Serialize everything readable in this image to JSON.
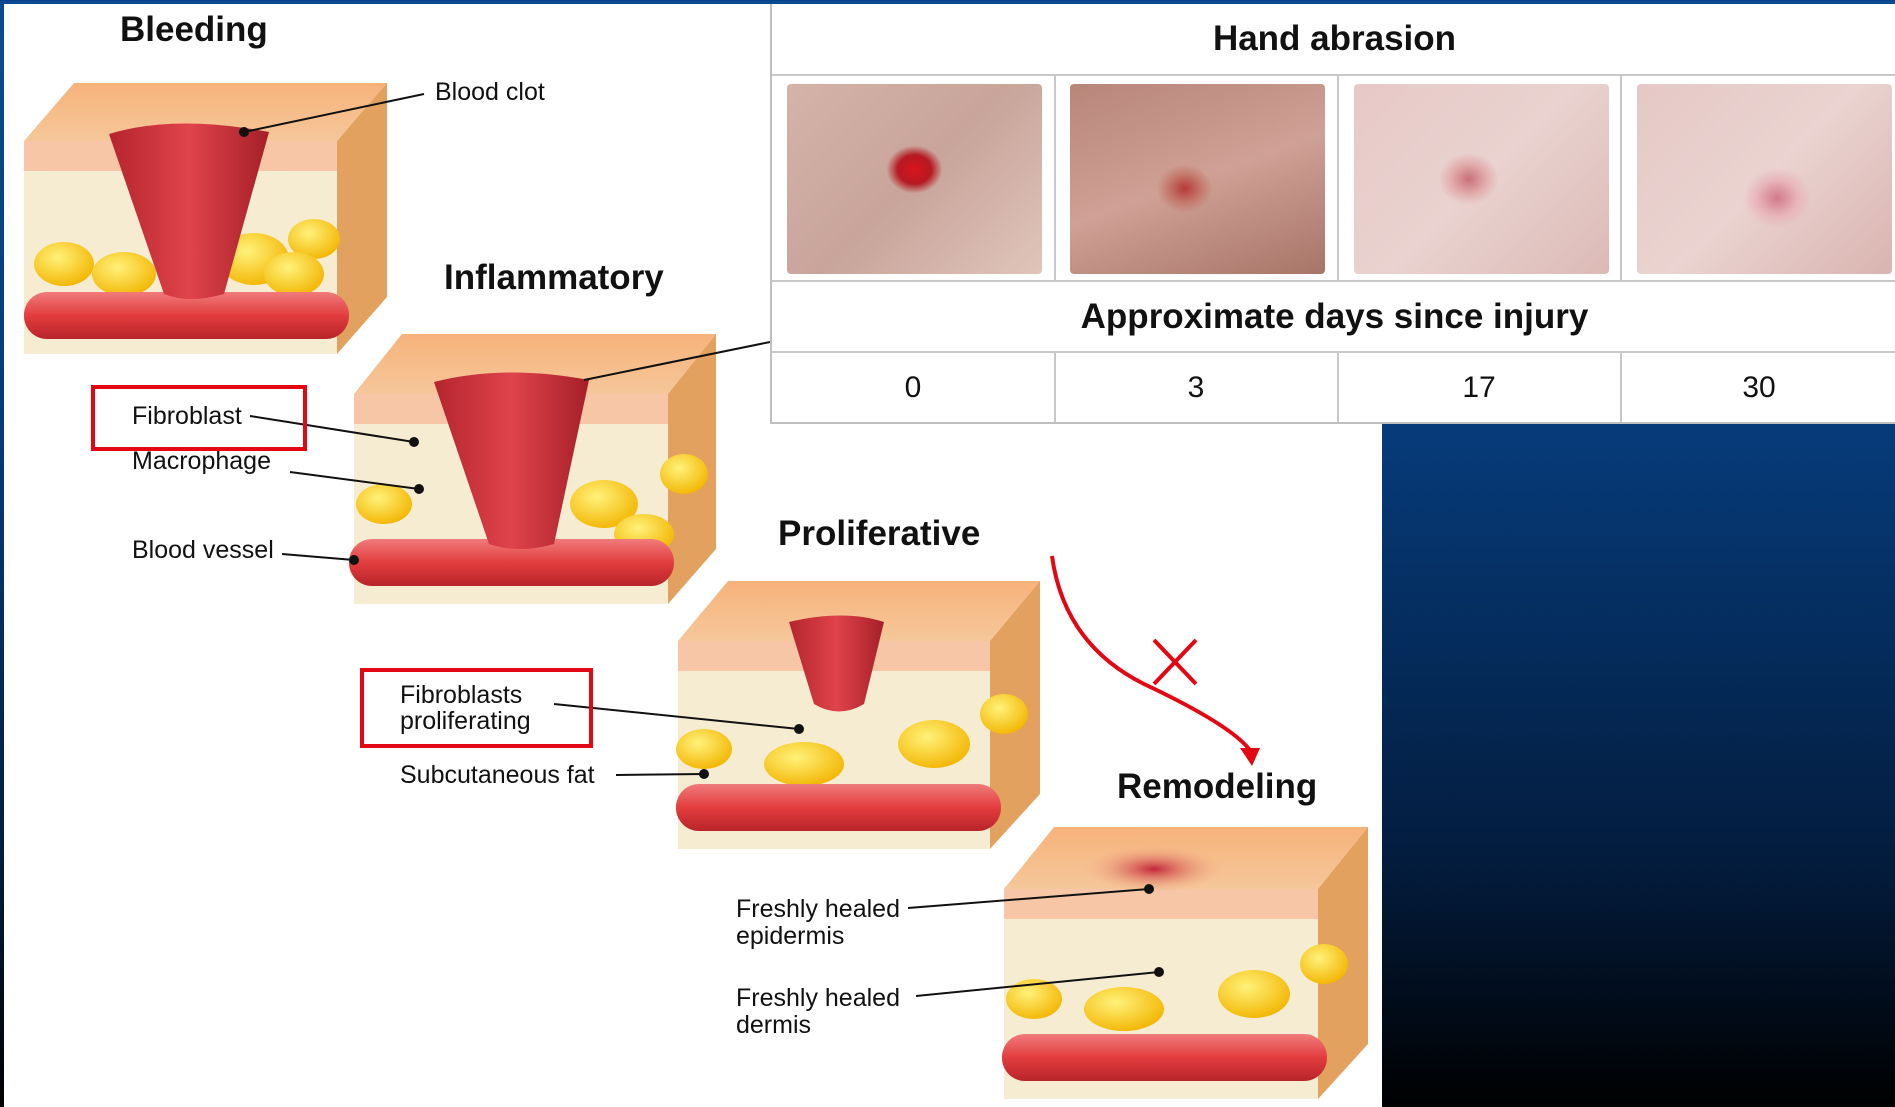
{
  "stages": {
    "bleeding": "Bleeding",
    "inflammatory": "Inflammatory",
    "proliferative": "Proliferative",
    "remodeling": "Remodeling"
  },
  "labels": {
    "blood_clot": "Blood clot",
    "fibroblast": "Fibroblast",
    "macrophage": "Macrophage",
    "blood_vessel": "Blood vessel",
    "fibroblasts_prolif_1": "Fibroblasts",
    "fibroblasts_prolif_2": "proliferating",
    "subcutaneous_fat": "Subcutaneous fat",
    "fh_epidermis_1": "Freshly healed",
    "fh_epidermis_2": "epidermis",
    "fh_dermis_1": "Freshly healed",
    "fh_dermis_2": "dermis"
  },
  "table": {
    "title": "Hand abrasion",
    "subtitle": "Approximate days since injury",
    "days": [
      "0",
      "3",
      "17",
      "30"
    ]
  },
  "colors": {
    "highlight": "#e30613",
    "background_top": "#0b4a93",
    "background_bottom": "#000000"
  }
}
